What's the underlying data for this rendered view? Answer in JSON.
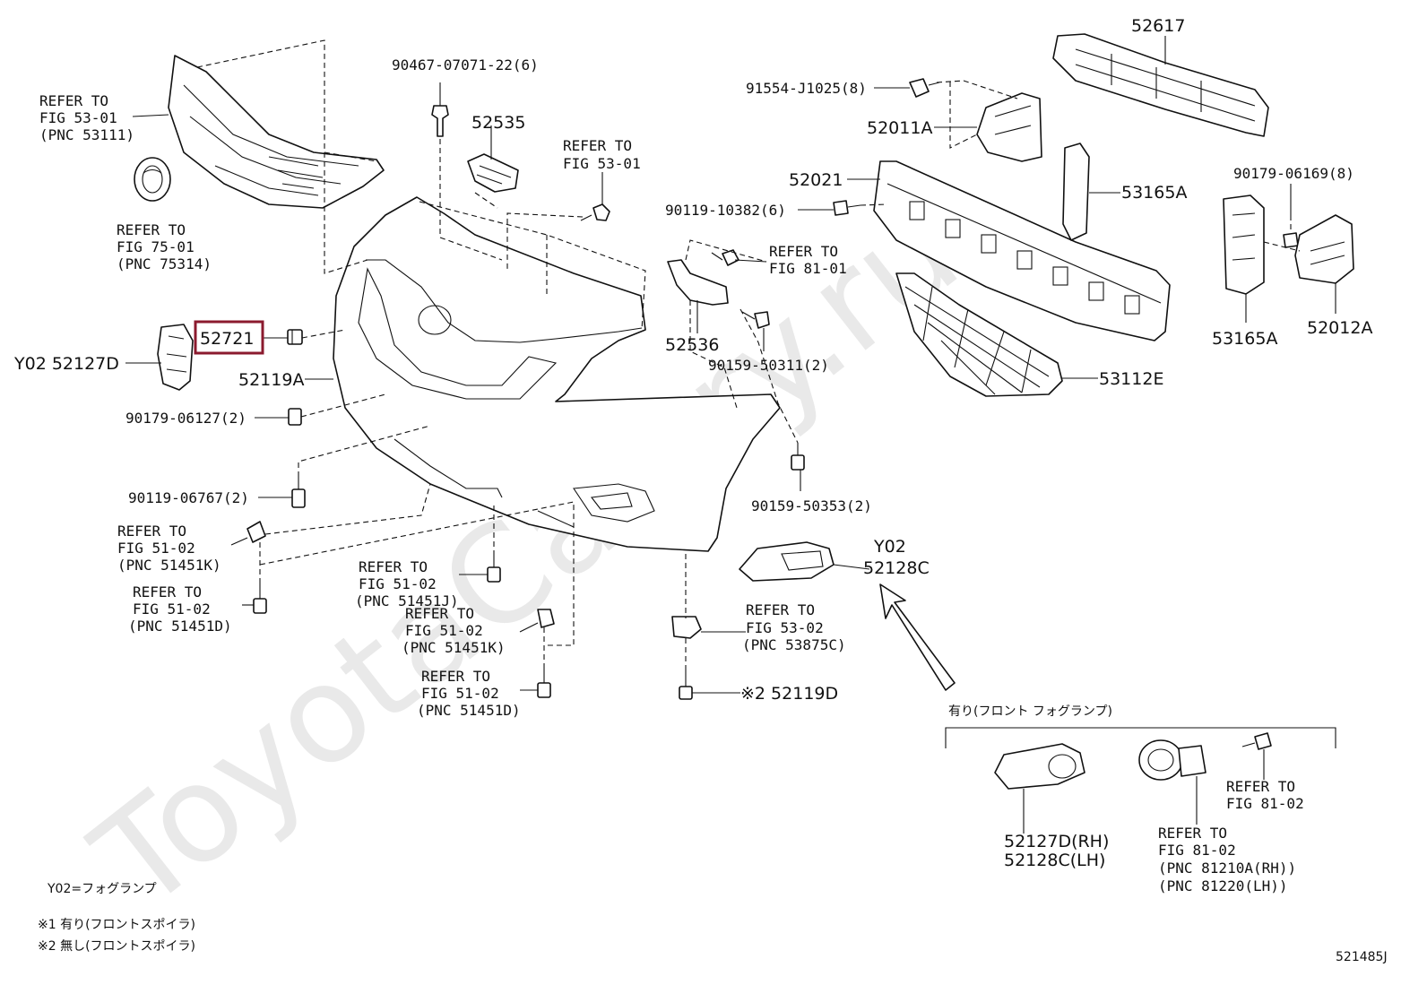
{
  "watermark": "ToyotaCamry.ru",
  "diagram_code": "521485J",
  "highlight_color": "#8b1a2e",
  "highlighted_part": "52721",
  "labels": {
    "refer_53_01_top": [
      "REFER TO",
      "FIG 53-01",
      "(PNC 53111)"
    ],
    "refer_75_01": [
      "REFER TO",
      "FIG 75-01",
      "(PNC 75314)"
    ],
    "bolt_90467": "90467-07071-22(6)",
    "p52535": "52535",
    "refer_53_01_mid": [
      "REFER TO",
      "FIG 53-01"
    ],
    "p52721": "52721",
    "y02_52127d": "Y02 52127D",
    "p52119a": "52119A",
    "clip_90179_06127": "90179-06127(2)",
    "bolt_90119_06767": "90119-06767(2)",
    "refer_51_02_k_left": [
      "REFER TO",
      "FIG 51-02",
      "(PNC 51451K)"
    ],
    "refer_51_02_d_left": [
      "REFER TO",
      "FIG 51-02",
      "(PNC 51451D)"
    ],
    "refer_51_02_j": [
      "REFER TO",
      "FIG 51-02",
      "(PNC 51451J)"
    ],
    "refer_51_02_k_mid": [
      "REFER TO",
      "FIG 51-02",
      "(PNC 51451K)"
    ],
    "refer_51_02_d_mid": [
      "REFER TO",
      "FIG 51-02",
      "(PNC 51451D)"
    ],
    "p52536": "52536",
    "refer_81_01": [
      "REFER TO",
      "FIG 81-01"
    ],
    "bolt_90159_50311": "90159-50311(2)",
    "bolt_90159_50353": "90159-50353(2)",
    "refer_53_02": [
      "REFER TO",
      "FIG 53-02",
      "(PNC 53875C)"
    ],
    "p52119d": "※2 52119D",
    "y02_52128c": [
      "Y02",
      "52128C"
    ],
    "p52617": "52617",
    "bolt_91554": "91554-J1025(8)",
    "p52011a": "52011A",
    "p52021": "52021",
    "bolt_90119_10382": "90119-10382(6)",
    "p53165a_top": "53165A",
    "nut_90179_06169": "90179-06169(8)",
    "p53165a_bottom": "53165A",
    "p52012a": "52012A",
    "p53112e": "53112E",
    "fog_header": "有り(フロント フォグランプ)",
    "fog_pair": [
      "52127D(RH)",
      "52128C(LH)"
    ],
    "refer_81_02_a": [
      "REFER TO",
      "FIG 81-02"
    ],
    "refer_81_02_b": [
      "REFER TO",
      "FIG 81-02",
      "(PNC 81210A(RH))",
      "(PNC 81220(LH))"
    ]
  },
  "legend": {
    "y02": "Y02=フォグランプ",
    "note1": "※1 有り(フロントスポイラ)",
    "note2": "※2 無し(フロントスポイラ)"
  }
}
